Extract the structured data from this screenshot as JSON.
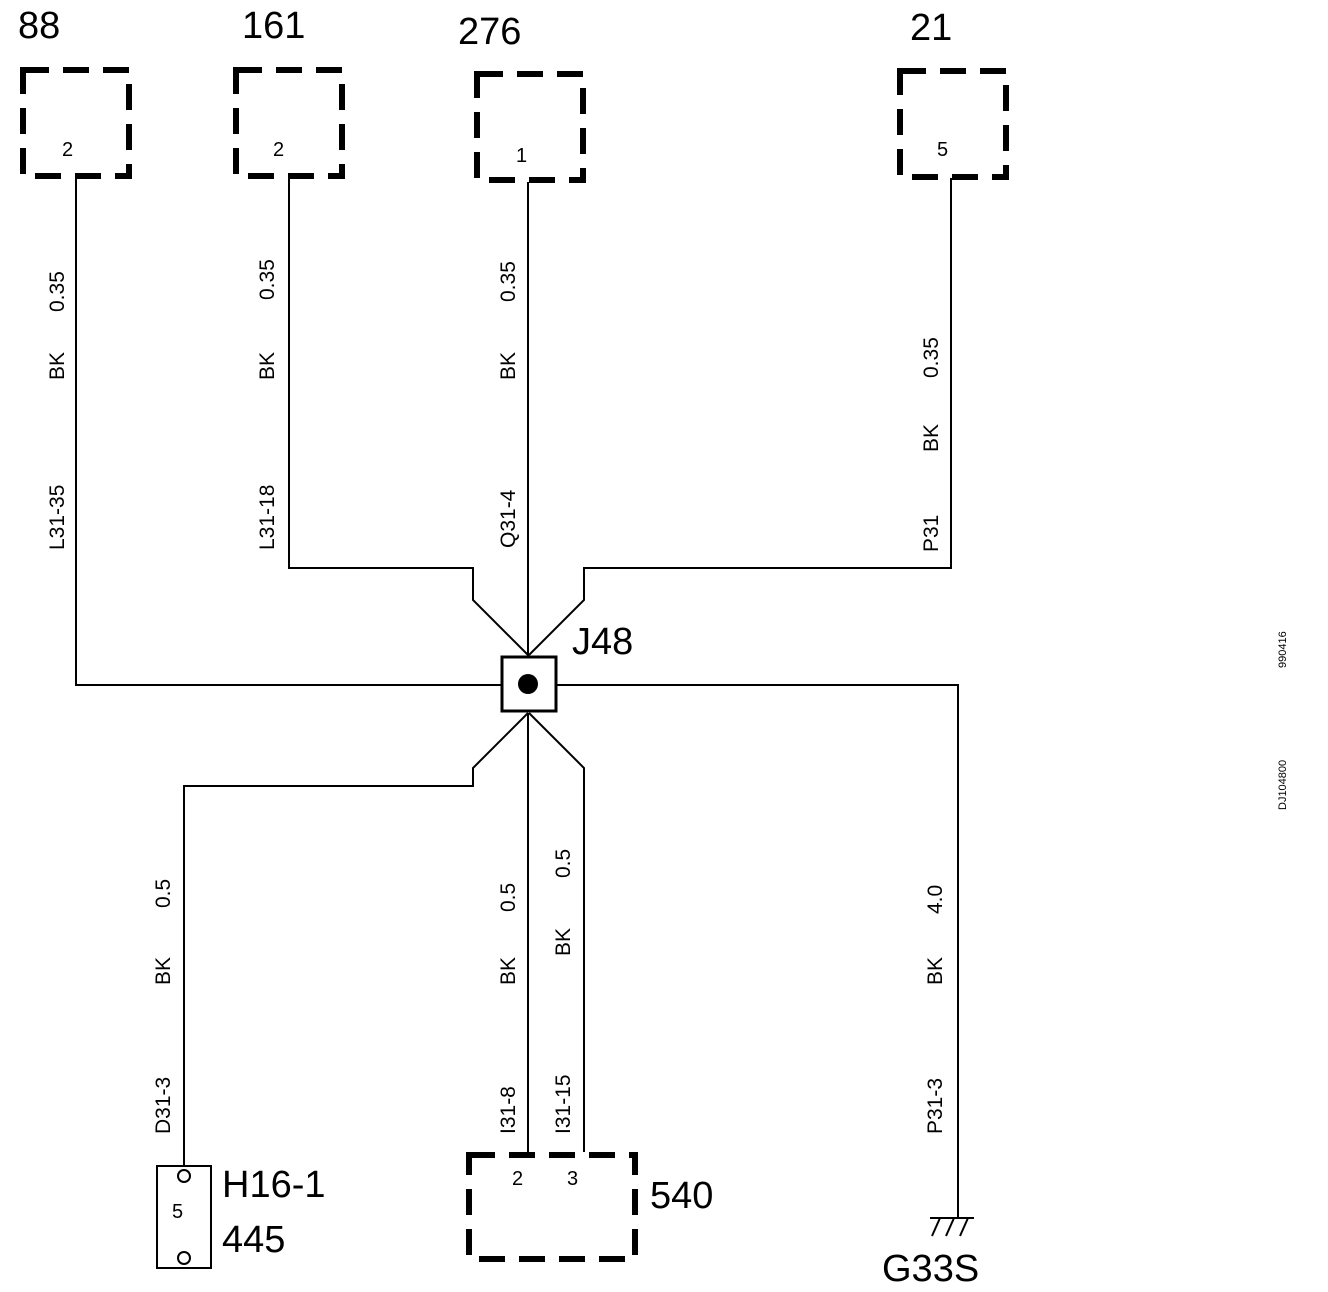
{
  "components": {
    "c88": {
      "number": "88",
      "pin": "2"
    },
    "c161": {
      "number": "161",
      "pin": "2"
    },
    "c276": {
      "number": "276",
      "pin": "1"
    },
    "c21": {
      "number": "21",
      "pin": "5"
    },
    "c540": {
      "number": "540",
      "pin_a": "2",
      "pin_b": "3"
    },
    "h16": {
      "name": "H16-1",
      "number": "445",
      "pin": "5"
    },
    "ground": {
      "name": "G33S"
    }
  },
  "splice": {
    "name": "J48"
  },
  "wires": {
    "w88": {
      "size": "0.35",
      "color": "BK",
      "circuit": "L31-35"
    },
    "w161": {
      "size": "0.35",
      "color": "BK",
      "circuit": "L31-18"
    },
    "w276": {
      "size": "0.35",
      "color": "BK",
      "circuit": "Q31-4"
    },
    "w21": {
      "size": "0.35",
      "color": "BK",
      "circuit": "P31"
    },
    "wh16": {
      "size": "0.5",
      "color": "BK",
      "circuit": "D31-3"
    },
    "w540a": {
      "size": "0.5",
      "color": "BK",
      "circuit": "I31-8"
    },
    "w540b": {
      "size": "0.5",
      "color": "BK",
      "circuit": "I31-15"
    },
    "wgnd": {
      "size": "4.0",
      "color": "BK",
      "circuit": "P31-3"
    }
  },
  "margin_codes": {
    "code_top": "990416",
    "code_bottom": "DJ104800"
  }
}
